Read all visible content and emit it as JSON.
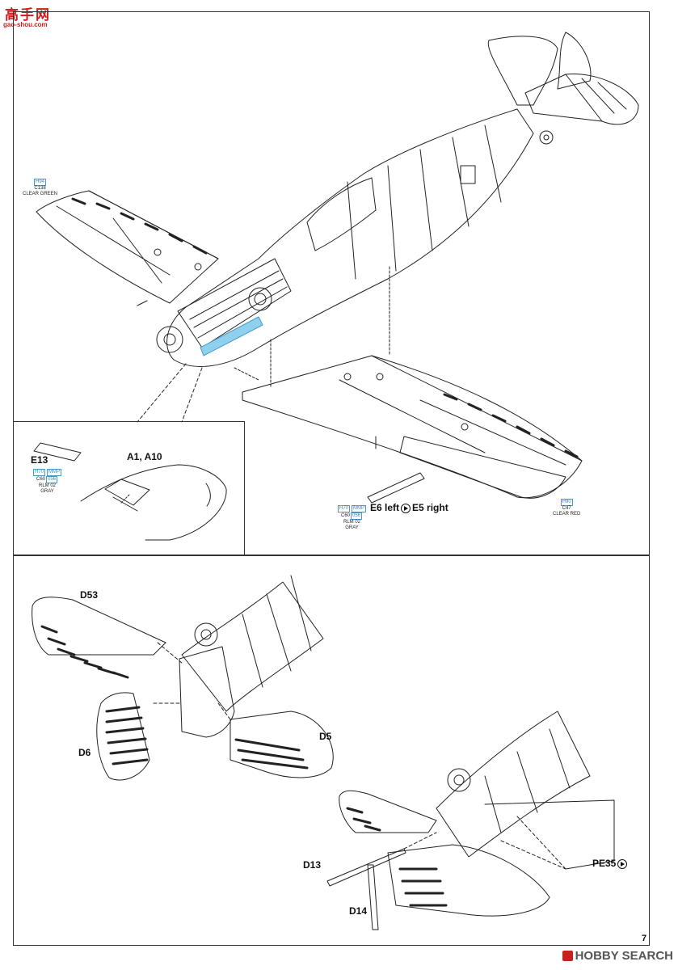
{
  "watermark_top": {
    "title": "高手网",
    "subtitle": "gao-shou.com"
  },
  "watermark_bottom": {
    "text": "HOBBY SEARCH"
  },
  "page_number": "7",
  "top_step": {
    "paint_clear_green": {
      "chip": "H94",
      "code": "C138",
      "name": "CLEAR GREEN"
    },
    "paint_clear_red": {
      "chip": "H90",
      "code": "C47",
      "name": "CLEAR RED"
    },
    "paint_gray_wing": {
      "chip1": "H70",
      "chip2": "MMP",
      "code": "C60",
      "chip3": "056",
      "name": "RLM 02",
      "name2": "GRAY"
    },
    "paint_gray_detail": {
      "chip1": "H70",
      "chip2": "MMP",
      "code": "C60",
      "chip3": "056",
      "name": "RLM 02",
      "name2": "GRAY"
    },
    "label_e13": "E13",
    "label_a1_a10": "A1, A10",
    "label_e6_left": "E6 left",
    "label_e5_right": "E5 right"
  },
  "bottom_step": {
    "label_d53": "D53",
    "label_d6": "D6",
    "label_d5": "D5",
    "label_d13": "D13",
    "label_d14": "D14",
    "label_pe35": "PE35"
  },
  "colors": {
    "accent_blue": "#4a9cc9",
    "watermark_red": "#c8201e"
  }
}
